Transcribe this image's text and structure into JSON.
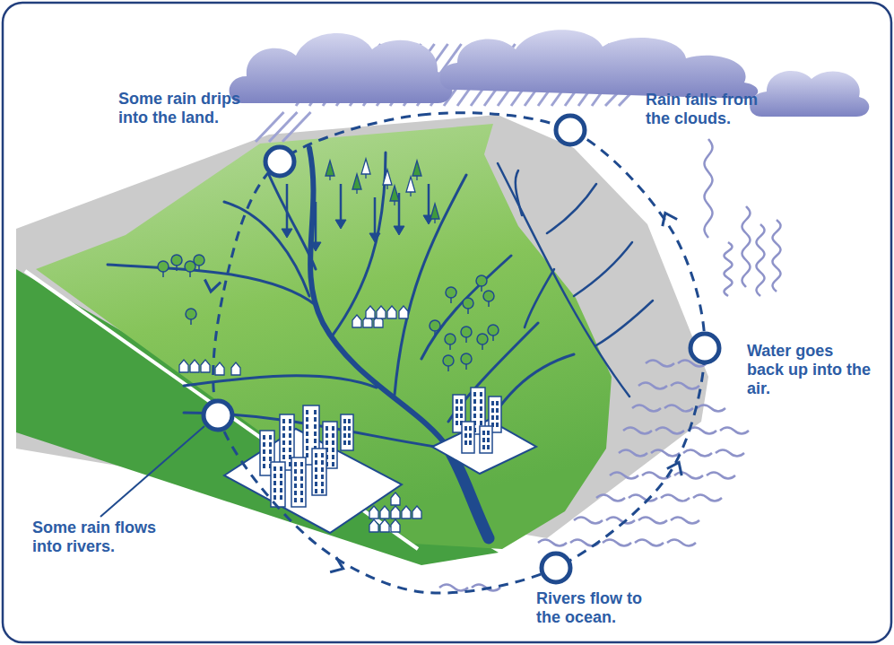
{
  "diagram": {
    "labels": [
      "Some rain drips into the land.",
      "Rain falls from the clouds.",
      "Water goes back up into the air.",
      "Rivers flow to the ocean.",
      "Some rain flows into rivers."
    ]
  }
}
